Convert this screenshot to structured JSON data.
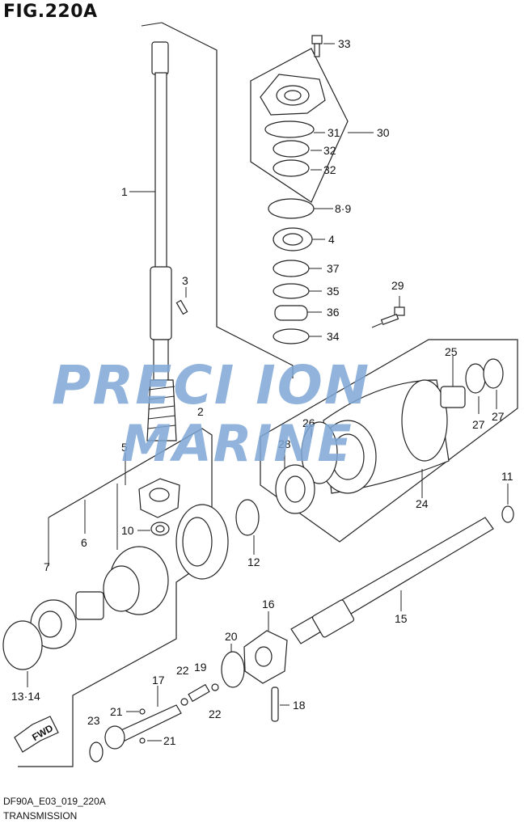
{
  "figure_title": "FIG.220A",
  "footer_code": "DF90A_E03_019_220A",
  "footer_name": "TRANSMISSION",
  "watermark": {
    "line1": "PRECI  ION",
    "line2": "MARINE"
  },
  "fwd_label": "FWD",
  "callouts": {
    "c1": "1",
    "c2": "2",
    "c3": "3",
    "c4": "4",
    "c5": "5",
    "c6": "6",
    "c7": "7",
    "c8_9": "8·9",
    "c10": "10",
    "c11": "11",
    "c12": "12",
    "c13_14": "13·14",
    "c15": "15",
    "c16": "16",
    "c17": "17",
    "c18": "18",
    "c19": "19",
    "c20": "20",
    "c21a": "21",
    "c21b": "21",
    "c22a": "22",
    "c22b": "22",
    "c23": "23",
    "c24": "24",
    "c25": "25",
    "c26": "26",
    "c27a": "27",
    "c27b": "27",
    "c28": "28",
    "c29": "29",
    "c30": "30",
    "c31": "31",
    "c32a": "32",
    "c32b": "32",
    "c33": "33",
    "c34": "34",
    "c35": "35",
    "c36": "36",
    "c37": "37"
  }
}
